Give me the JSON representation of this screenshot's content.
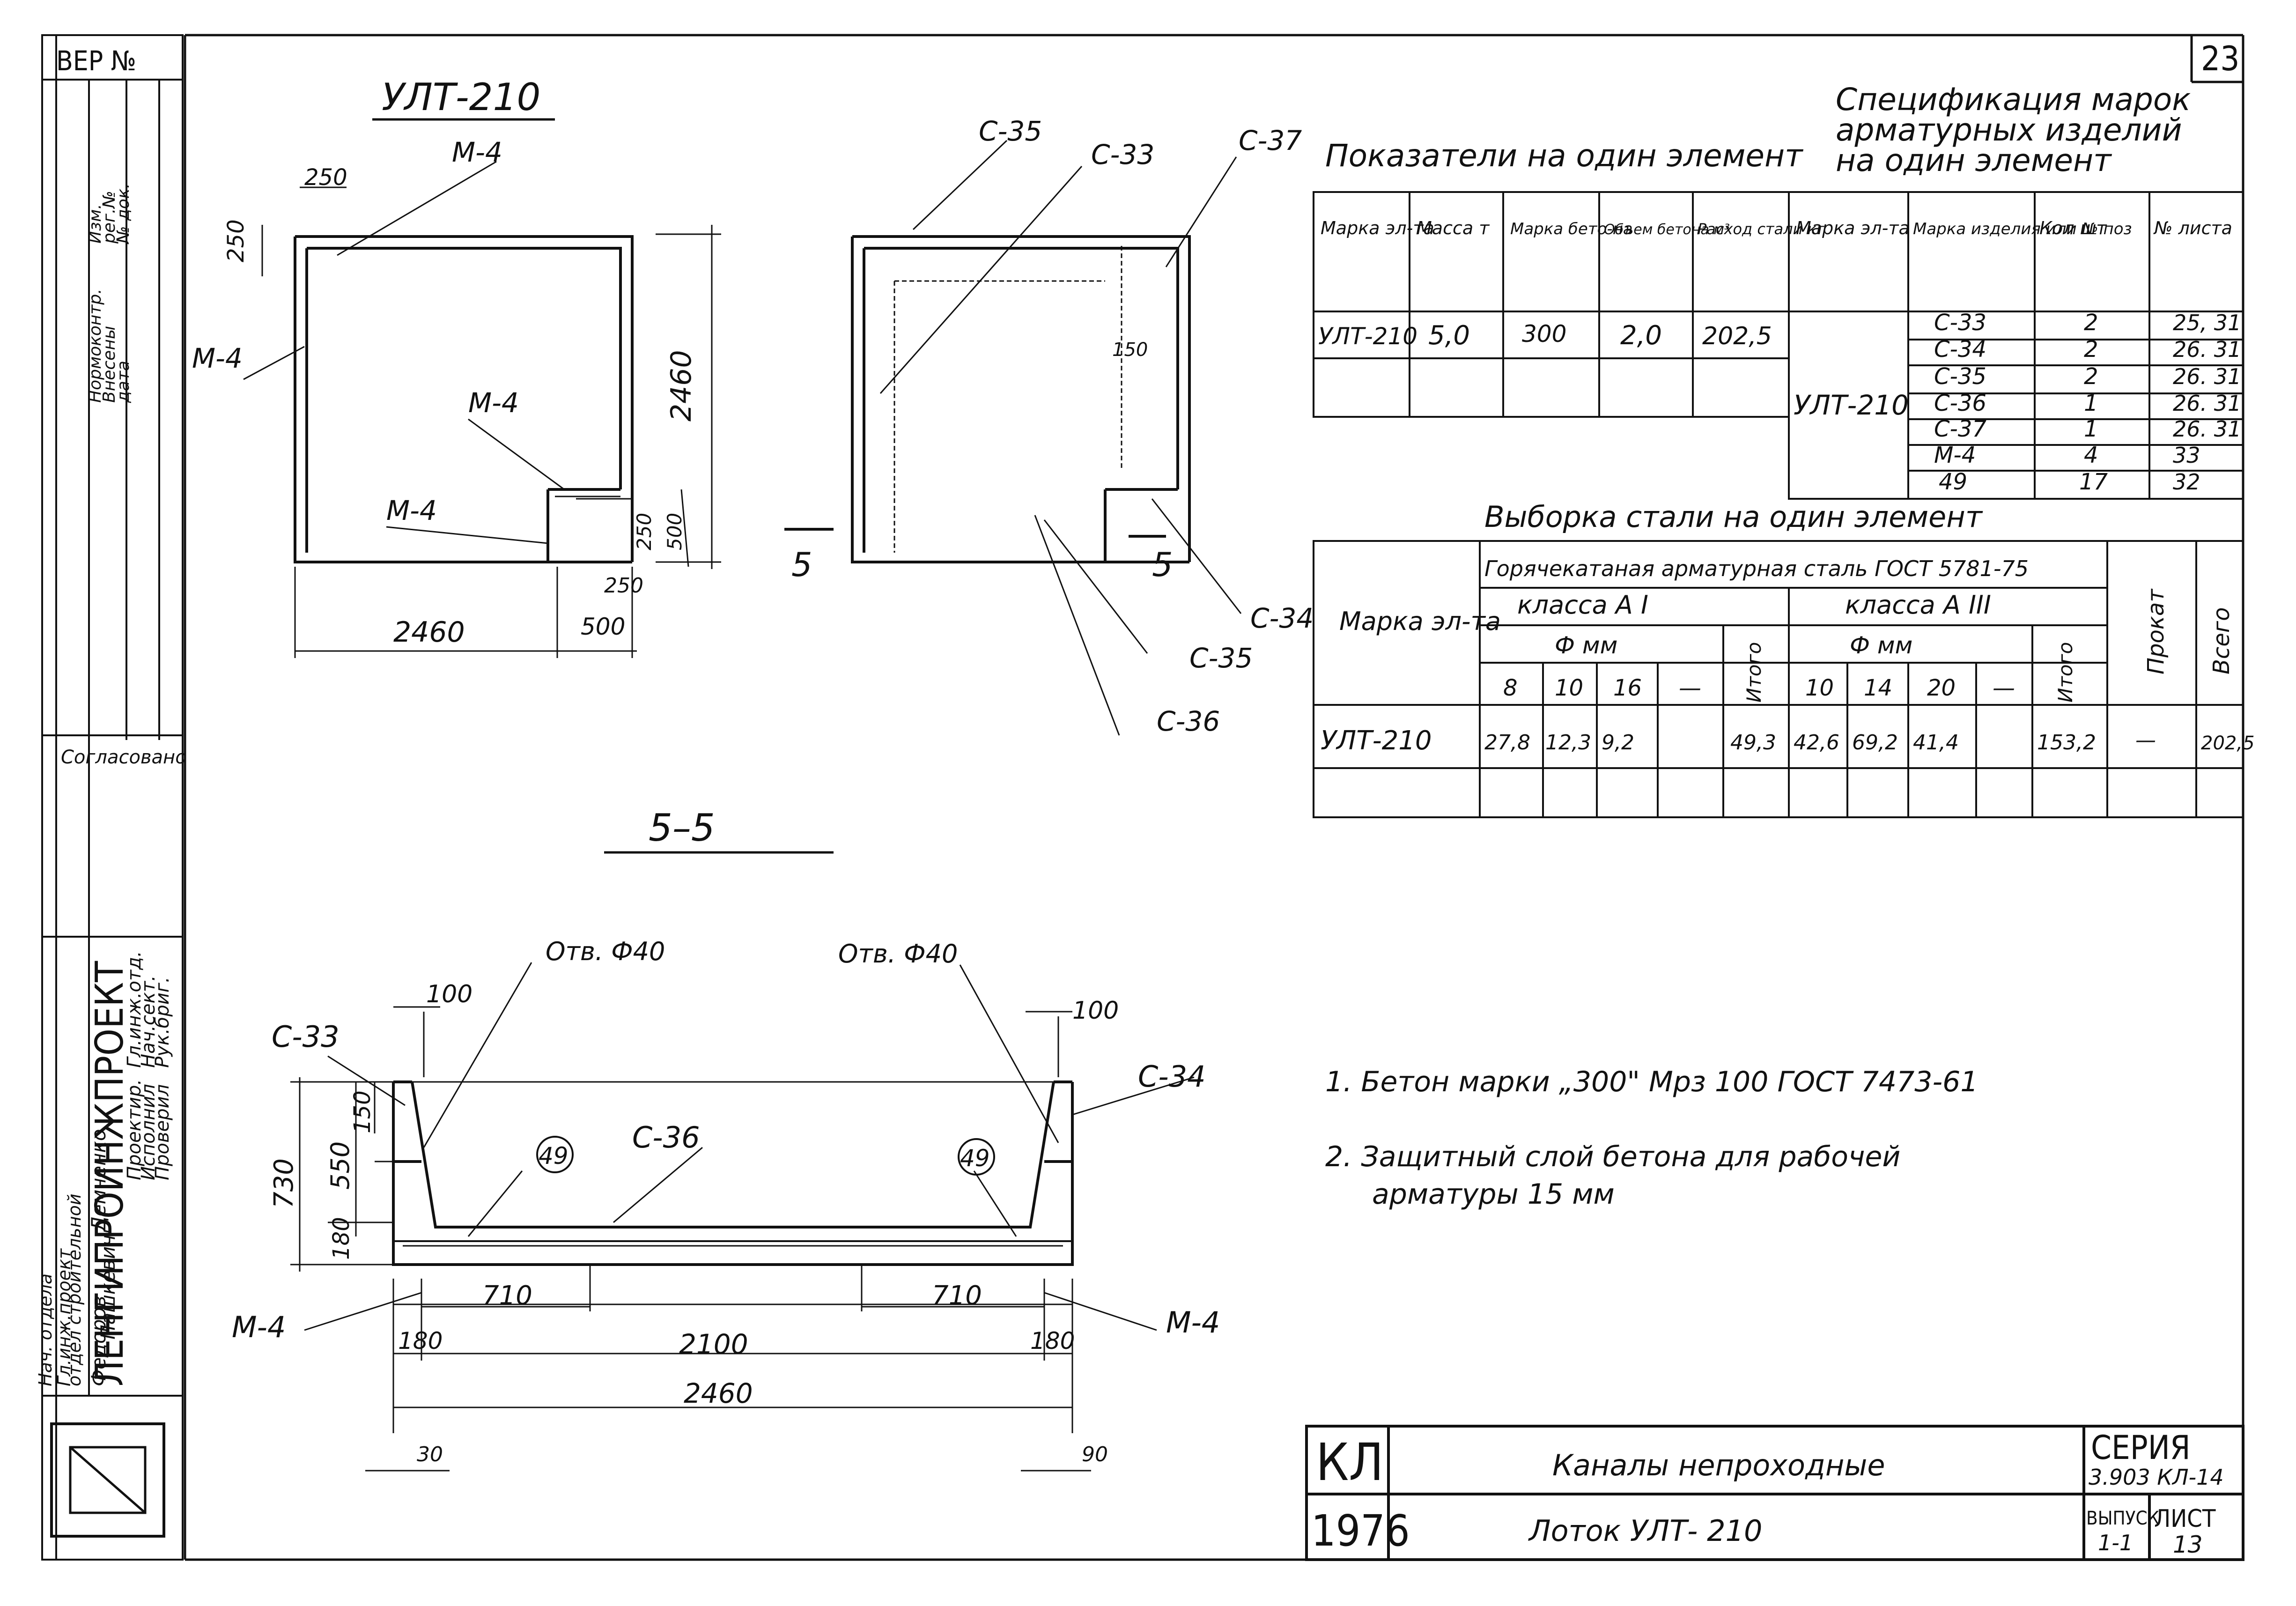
{
  "page_number": "23",
  "ref_label": "ВЕР №",
  "drawings": {
    "plan_title": "УЛТ-210",
    "section_title": "5–5",
    "section_mark": "5",
    "plan_left": {
      "dim_250_top": "250",
      "dim_250_side": "250",
      "dim_2460_v": "2460",
      "dim_250_b": "250",
      "dim_500_v": "500",
      "dim_250_bottom": "250",
      "dim_500_h": "500",
      "dim_2460_h": "2460",
      "m4_a": "М-4",
      "m4_b": "М-4",
      "m4_c": "М-4",
      "m4_d": "М-4"
    },
    "plan_right": {
      "c35_top": "С-35",
      "c33": "С-33",
      "c37": "С-37",
      "dim_150": "150",
      "c34": "С-34",
      "c35_bot": "С-35",
      "c36": "С-36"
    },
    "section": {
      "hole_left": "Отв. Ф40",
      "hole_right": "Отв. Ф40",
      "dim_100_l": "100",
      "dim_100_r": "100",
      "c33": "С-33",
      "c34": "С-34",
      "c36": "С-36",
      "pos_49_l": "49",
      "pos_49_r": "49",
      "dim_150": "150",
      "dim_550": "550",
      "dim_730": "730",
      "dim_180_v": "180",
      "dim_710_l": "710",
      "dim_710_r": "710",
      "m4_l": "М-4",
      "m4_r": "М-4",
      "dim_180_l": "180",
      "dim_2100": "2100",
      "dim_180_r": "180",
      "dim_2460": "2460",
      "dim_30": "30",
      "dim_90": "90"
    }
  },
  "indicators": {
    "title": "Показатели на один элемент",
    "headers": [
      "Марка эл-та",
      "Масса т",
      "Марка бето-на",
      "Объем бетона м³",
      "Расход стали кг"
    ],
    "row": [
      "УЛТ-210",
      "5,0",
      "300",
      "2,0",
      "202,5"
    ]
  },
  "spec": {
    "title_1": "Спецификация марок",
    "title_2": "арматурных изделий",
    "title_3": "на один элемент",
    "headers": [
      "Марка эл-та",
      "Марка изделия или № поз",
      "Кол шт",
      "№ листа"
    ],
    "element": "УЛТ-210",
    "rows": [
      [
        "С-33",
        "2",
        "25, 31"
      ],
      [
        "С-34",
        "2",
        "26. 31"
      ],
      [
        "С-35",
        "2",
        "26. 31"
      ],
      [
        "С-36",
        "1",
        "26. 31"
      ],
      [
        "С-37",
        "1",
        "26. 31"
      ],
      [
        "М-4",
        "4",
        "33"
      ],
      [
        "49",
        "17",
        "32"
      ]
    ]
  },
  "steel": {
    "title": "Выборка стали на один элемент",
    "group": "Горячекатаная арматурная сталь ГОСТ 5781-75",
    "class_a1": "класса А I",
    "class_a3": "класса А III",
    "phi_mm": "Ф мм",
    "phi_mm_2": "Ф мм",
    "mark_header": "Марка эл-та",
    "d_a1": [
      "8",
      "10",
      "16",
      "—"
    ],
    "d_a3": [
      "10",
      "14",
      "20",
      "—"
    ],
    "itogo": "Итого",
    "itogo_2": "Итого",
    "prokat": "Прокат",
    "vsego": "Всего",
    "row": [
      "УЛТ-210",
      "27,8",
      "12,3",
      "9,2",
      "",
      "49,3",
      "42,6",
      "69,2",
      "41,4",
      "",
      "153,2",
      "—",
      "202,5"
    ]
  },
  "notes": [
    "1. Бетон марки „300\" Мрз 100 ГОСТ 7473-61",
    "2. Защитный слой бетона для рабочей",
    "арматуры 15 мм"
  ],
  "title_block": {
    "kl": "КЛ",
    "year": "1976",
    "title": "Каналы непроходные",
    "subtitle": "Лоток УЛТ- 210",
    "seria_label": "СЕРИЯ",
    "seria_value": "3.903 КЛ-14",
    "vypusk_label": "ВЫПУСК",
    "vypusk_value": "1-1",
    "list_label": "ЛИСТ",
    "list_value": "13"
  },
  "left_strip": {
    "org": "ЛЕНГИПРОИНЖПРОЕКТ",
    "roles": [
      "Гл.инж.отд.",
      "Нач.сект.",
      "Рук.бриг.",
      "Проектир.",
      "Исполнил",
      "Проверил"
    ],
    "names": [
      "Демченко",
      "Пашкевич",
      "Федоров"
    ],
    "dept_1": "Гл.инж.проект",
    "dept_2": "отдел строительной",
    "dept_3": "Нач. отдела",
    "soglasovano": "Согласовано",
    "normokontr": "Нормоконтр.",
    "vneseny": "Внесены",
    "data": "дата",
    "izm": "Изм.",
    "reg": "рег.№",
    "doc": "№ док."
  }
}
